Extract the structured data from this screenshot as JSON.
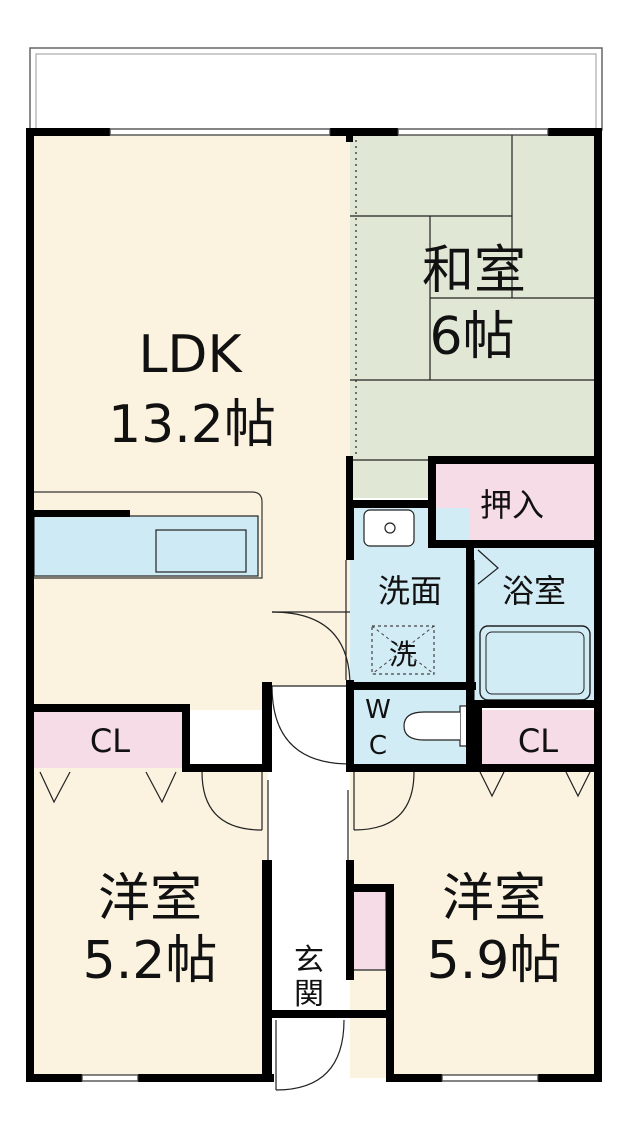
{
  "colors": {
    "wall": "#000000",
    "floor_wood": "#fbf3e0",
    "tatami": "#e1e7d5",
    "storage": "#f6dce6",
    "wet_area": "#d2ecf6",
    "balcony": "#ffffff",
    "hall": "#ffffff"
  },
  "rooms": {
    "ldk": {
      "name": "LDK",
      "size": "13.2帖"
    },
    "washitsu": {
      "name": "和室",
      "size": "6帖"
    },
    "oshiire": {
      "name": "押入"
    },
    "senmen": {
      "name": "洗面"
    },
    "sentaku": {
      "name": "洗"
    },
    "yokushitsu": {
      "name": "浴室"
    },
    "wc": {
      "line1": "W",
      "line2": "C"
    },
    "cl_left": {
      "name": "CL"
    },
    "cl_right": {
      "name": "CL"
    },
    "youshitsu_left": {
      "name": "洋室",
      "size": "5.2帖"
    },
    "youshitsu_right": {
      "name": "洋室",
      "size": "5.9帖"
    },
    "genkan": {
      "line1": "玄",
      "line2": "関"
    }
  }
}
